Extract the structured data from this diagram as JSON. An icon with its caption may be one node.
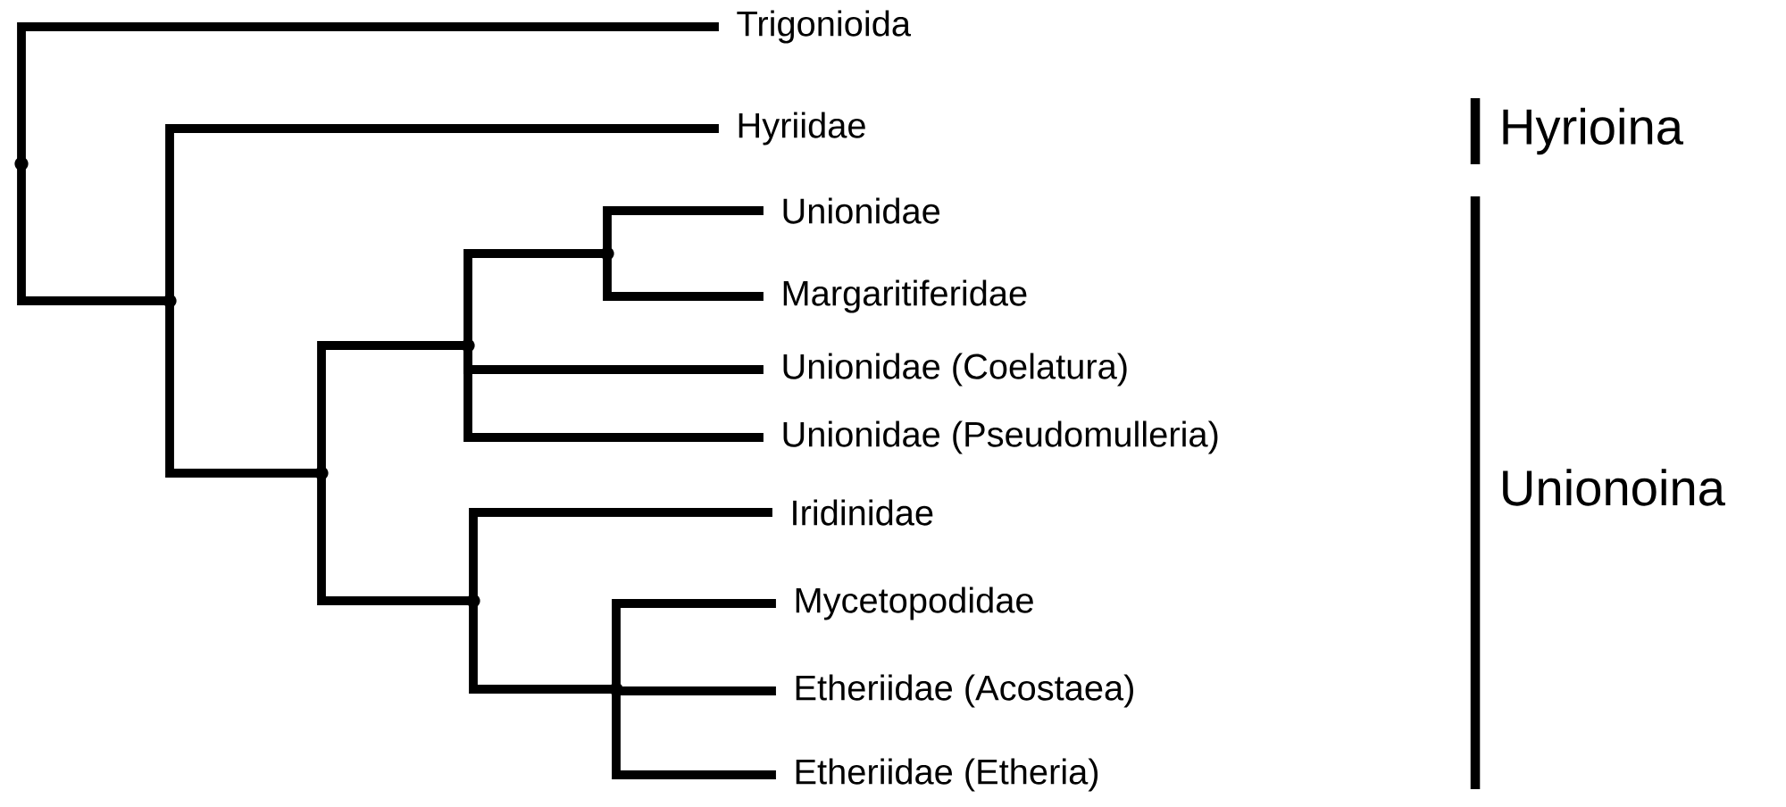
{
  "diagram": {
    "nodes": [
      {
        "text": [
          "Trigonioida"
        ]
      },
      {
        "text": [
          "Hyriidae"
        ]
      },
      {
        "text": [
          "Unionidae"
        ]
      },
      {
        "text": [
          "Margaritiferidae"
        ]
      },
      {
        "text": [
          "Unionidae (Coelatura)"
        ]
      },
      {
        "text": [
          "Unionidae (Pseudomulleria)"
        ]
      },
      {
        "text": [
          "Iridinidae"
        ]
      },
      {
        "text": [
          "Mycetopodidae"
        ]
      },
      {
        "text": [
          "Etheriidae (Acostaea)"
        ]
      },
      {
        "text": [
          "Etheriidae (Etheria)"
        ]
      },
      {
        "text": [],
        "shape": "point"
      },
      {
        "text": [],
        "shape": "point"
      },
      {
        "text": [],
        "shape": "point"
      },
      {
        "text": [],
        "shape": "point"
      },
      {
        "text": [],
        "shape": "point"
      },
      {
        "text": [],
        "shape": "point"
      },
      {
        "text": [],
        "shape": "point"
      }
    ],
    "edges": [
      {
        "from": 10,
        "to": 0,
        "arrow": "none"
      },
      {
        "from": 10,
        "to": 11,
        "arrow": "none"
      },
      {
        "from": 11,
        "to": 1,
        "arrow": "none"
      },
      {
        "from": 11,
        "to": 12,
        "arrow": "none"
      },
      {
        "from": 12,
        "to": 13,
        "arrow": "none"
      },
      {
        "from": 12,
        "to": 15,
        "arrow": "none"
      },
      {
        "from": 13,
        "to": 14,
        "arrow": "none"
      },
      {
        "from": 13,
        "to": 4,
        "arrow": "none"
      },
      {
        "from": 13,
        "to": 5,
        "arrow": "none"
      },
      {
        "from": 14,
        "to": 2,
        "arrow": "none"
      },
      {
        "from": 14,
        "to": 3,
        "arrow": "none"
      },
      {
        "from": 15,
        "to": 6,
        "arrow": "none"
      },
      {
        "from": 15,
        "to": 16,
        "arrow": "none"
      },
      {
        "from": 16,
        "to": 7,
        "arrow": "none"
      },
      {
        "from": 16,
        "to": 8,
        "arrow": "none"
      },
      {
        "from": 16,
        "to": 9,
        "arrow": "none"
      }
    ],
    "labels": [
      "Hyrioina",
      "Unionoina"
    ]
  }
}
